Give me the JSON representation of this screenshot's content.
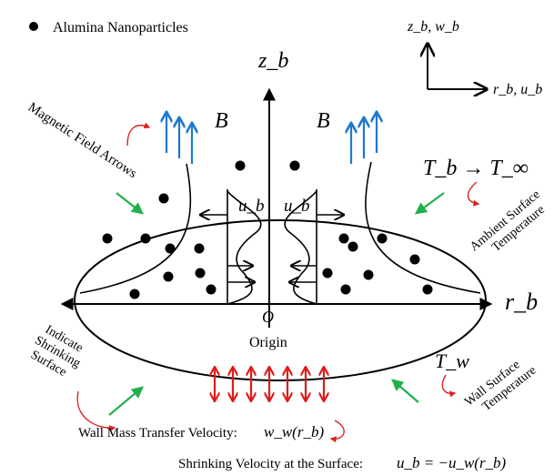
{
  "legend": {
    "label": "Alumina Nanoparticles"
  },
  "axes_inset": {
    "vertical": "z_b, w_b",
    "horizontal": "r_b, u_b"
  },
  "main_axes": {
    "z": "z_b",
    "r": "r_b",
    "origin_symbol": "O",
    "origin_label": "Origin"
  },
  "field": {
    "symbol_left": "B",
    "symbol_right": "B",
    "annotation": "Magnetic Field Arrows"
  },
  "velocity_symbols": {
    "left": "u_b",
    "right": "u_b"
  },
  "temperature": {
    "ambient_eq": "T_b → T_∞",
    "ambient_annotation_line1": "Ambient Surface",
    "ambient_annotation_line2": "Temperature",
    "wall_symbol": "T_w",
    "wall_annotation_line1": "Wall Surface",
    "wall_annotation_line2": "Temperature"
  },
  "shrinking": {
    "line1": "Indicate",
    "line2": "Shrinking",
    "line3": "Surface"
  },
  "bottom_labels": {
    "mass_transfer": "Wall Mass Transfer Velocity:",
    "mass_transfer_expr": "w_w(r_b)",
    "shrinking_velocity": "Shrinking Velocity at the Surface:",
    "shrinking_velocity_expr": "u_b = −u_w(r_b)"
  },
  "colors": {
    "field_arrow": "#1f78d1",
    "compress_arrow": "#22b04b",
    "wall_arrow": "#e01b1b",
    "annotation": "#e02020",
    "ink": "#000000"
  }
}
